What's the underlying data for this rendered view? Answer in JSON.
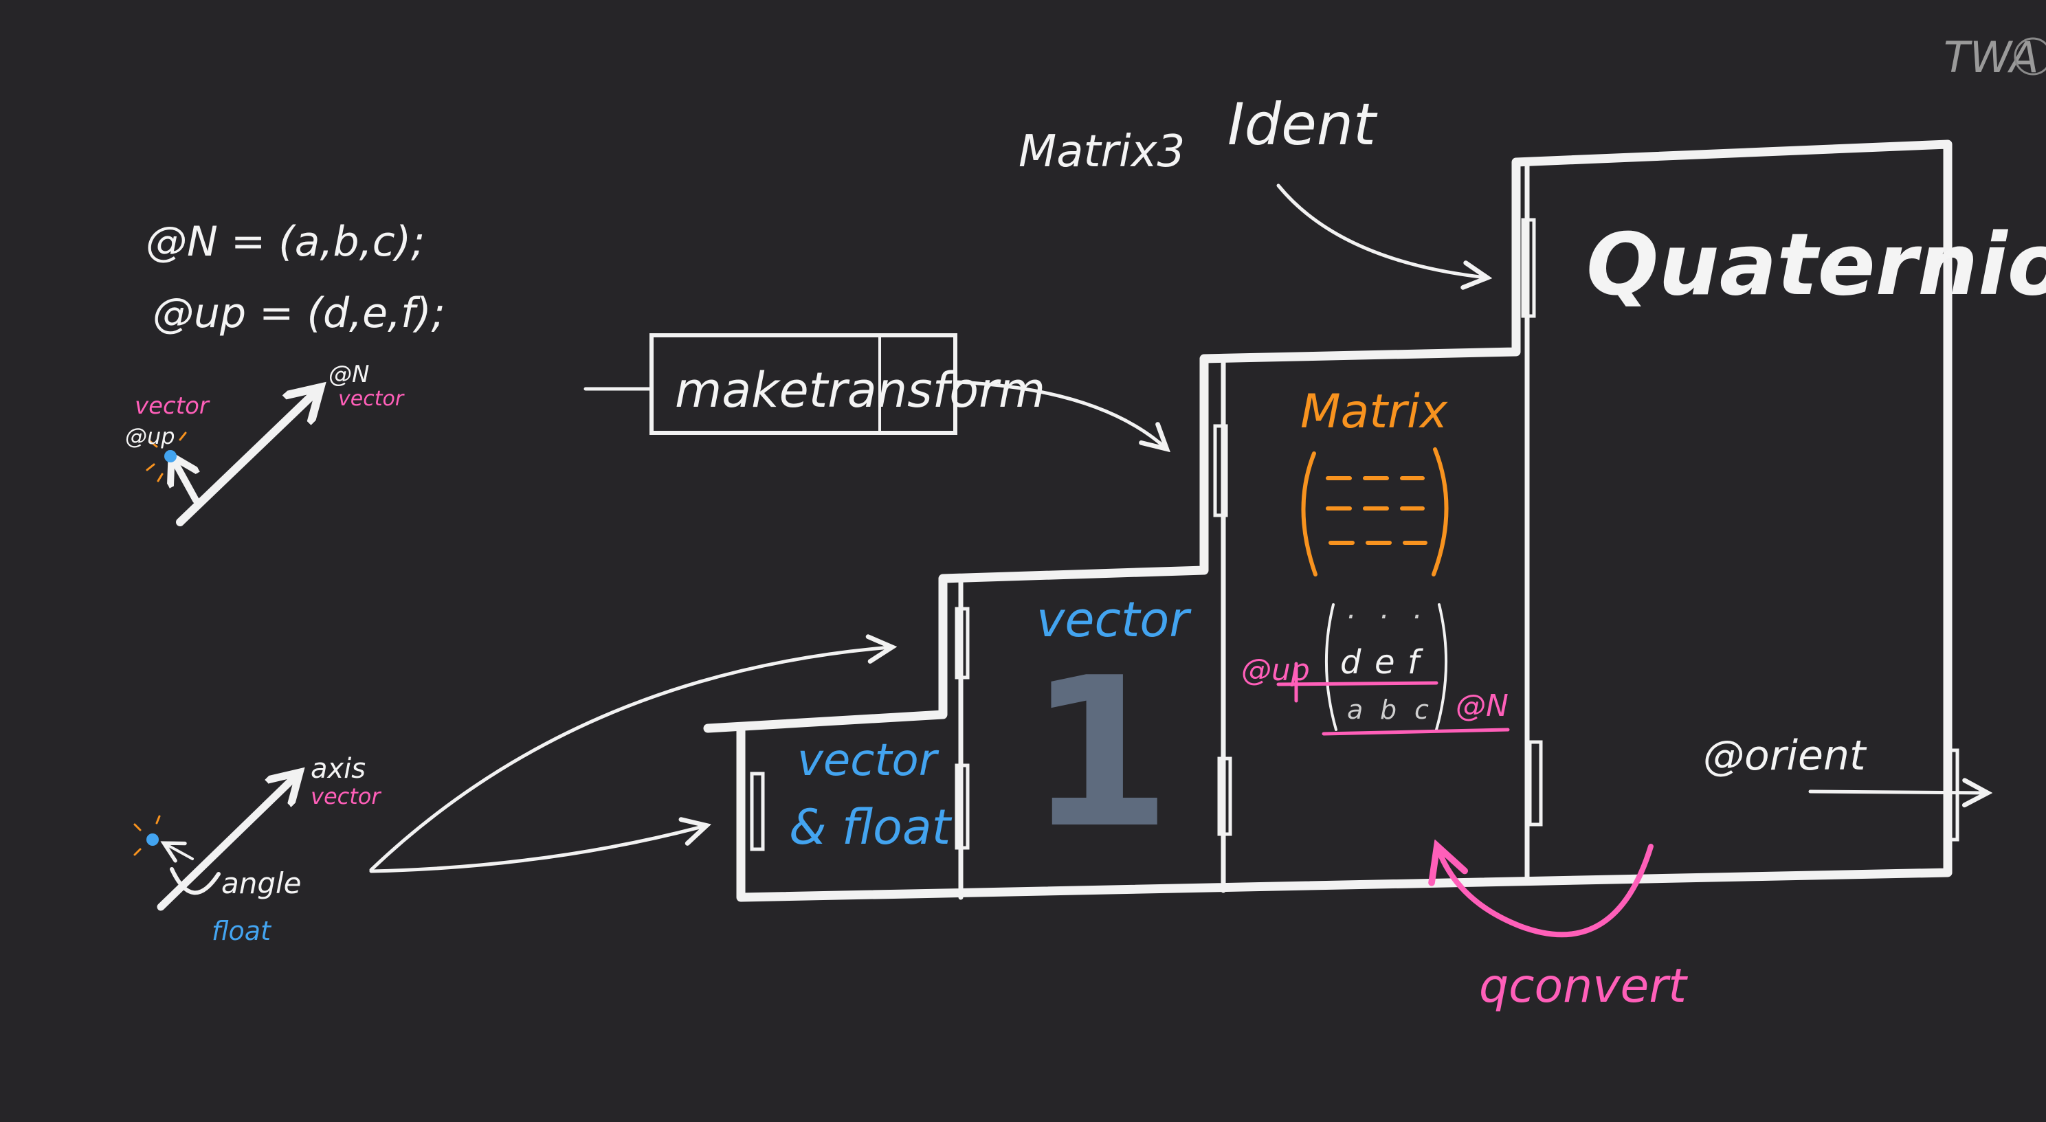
{
  "logo": "TWA",
  "code": {
    "line1": "@N = (a,b,c);",
    "line2": "@up = (d,e,f);"
  },
  "top_diagram": {
    "up_label": "@up",
    "up_type": "vector",
    "n_label": "@N",
    "n_type": "vector"
  },
  "bottom_diagram": {
    "axis_label": "axis",
    "axis_type": "vector",
    "angle_label": "angle",
    "angle_type": "float"
  },
  "function_box": {
    "label": "maketransform"
  },
  "matrix3_label": "Matrix3",
  "ident_label": "Ident",
  "steps": {
    "vector_float": {
      "line1": "vector",
      "line2": "& float"
    },
    "vector_one": {
      "title": "vector",
      "big": "1"
    },
    "matrix": {
      "title": "Matrix",
      "row1": [
        "·",
        "·",
        "·"
      ],
      "row2": [
        "d",
        "e",
        "f"
      ],
      "row3": [
        "a",
        "b",
        "c"
      ],
      "up_label": "@up",
      "n_label": "@N"
    },
    "quaternion": {
      "title": "Quaternion",
      "output": "@orient"
    }
  },
  "convert_label": "qconvert",
  "colors": {
    "background": "#262528",
    "white": "#f4f4f4",
    "pink": "#ff5fb9",
    "blue": "#43a4f0",
    "orange": "#f8931f"
  }
}
